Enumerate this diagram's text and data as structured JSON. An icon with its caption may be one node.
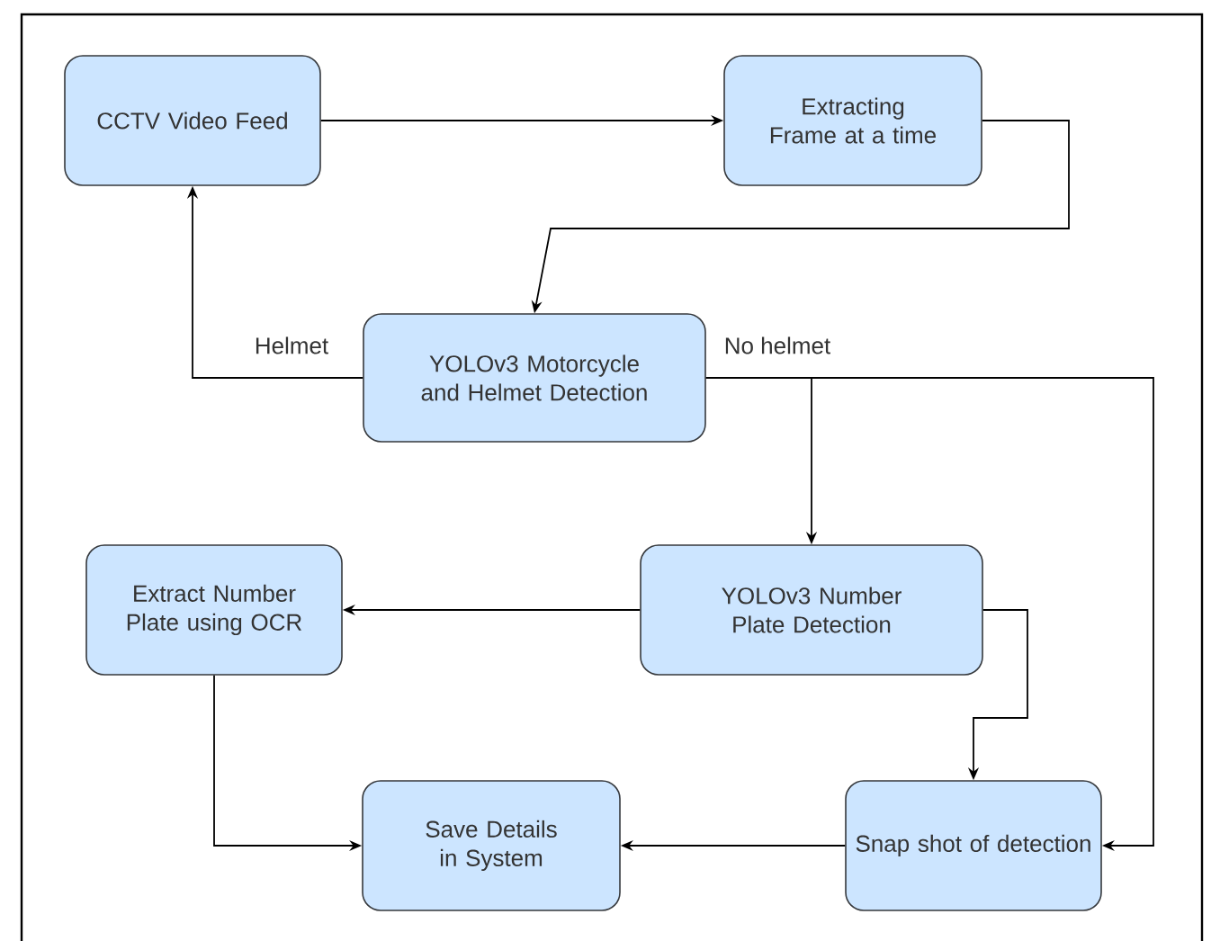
{
  "diagram": {
    "nodes": [
      {
        "text": [
          "CCTV Video Feed"
        ]
      },
      {
        "text": [
          "Extracting Frame at a time"
        ]
      },
      {
        "text": [
          "YOLOv3 Motorcycle and Helmet Detection"
        ]
      },
      {
        "text": [
          "YOLOv3 Number Plate Detection"
        ]
      },
      {
        "text": [
          "Extract Number Plate using OCR"
        ]
      },
      {
        "text": [
          "Save Details in System"
        ]
      },
      {
        "text": [
          "Snap shot of detection"
        ]
      }
    ],
    "edges": [
      {
        "from": 0,
        "to": 1,
        "arrow": "to"
      },
      {
        "from": 1,
        "to": 2,
        "arrow": "to"
      },
      {
        "from": 2,
        "to": 0,
        "arrow": "to",
        "label": "Helmet"
      },
      {
        "from": 2,
        "to": 3,
        "arrow": "to",
        "label": "No helmet"
      },
      {
        "from": 2,
        "to": 6,
        "arrow": "to"
      },
      {
        "from": 3,
        "to": 4,
        "arrow": "to"
      },
      {
        "from": 3,
        "to": 6,
        "arrow": "to"
      },
      {
        "from": 4,
        "to": 5,
        "arrow": "to"
      },
      {
        "from": 6,
        "to": 5,
        "arrow": "to"
      }
    ]
  }
}
